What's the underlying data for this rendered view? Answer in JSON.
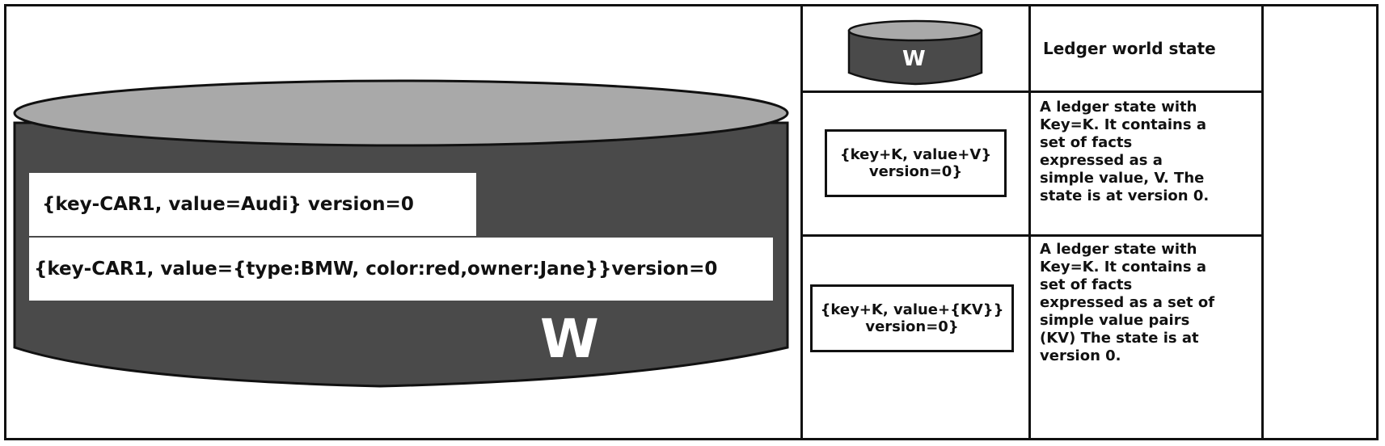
{
  "main_db": {
    "label": "W",
    "records": [
      "{key-CAR1, value=Audi} version=0",
      "{key-CAR1, value={type:BMW, color:red,owner:Jane}}version=0"
    ]
  },
  "legend": {
    "rows": [
      {
        "symbol_label": "W",
        "description": "Ledger world state"
      },
      {
        "symbol_line1": "{key+K, value+V}",
        "symbol_line2": "version=0}",
        "description": "A ledger state with\nKey=K. It contains a\nset of facts\nexpressed as a\nsimple value, V. The\nstate is at version 0."
      },
      {
        "symbol_line1": "{key+K, value+{KV}}",
        "symbol_line2": "version=0}",
        "description": "A ledger state with\nKey=K. It contains a\nset of facts\nexpressed as a set of\nsimple value pairs\n(KV) The state is at\nversion 0."
      }
    ]
  },
  "colors": {
    "cylinder_body": "#4a4a4a",
    "cylinder_top": "#a9a9a9",
    "border": "#111111",
    "record_bg": "#ffffff"
  }
}
